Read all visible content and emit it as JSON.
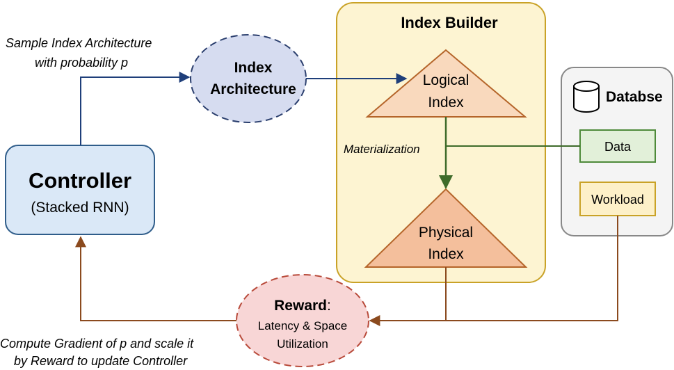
{
  "nodes": {
    "controller": {
      "title": "Controller",
      "subtitle": "(Stacked RNN)"
    },
    "index_architecture": {
      "line1": "Index",
      "line2": "Architecture"
    },
    "index_builder": {
      "title": "Index Builder"
    },
    "logical_index": {
      "line1": "Logical",
      "line2": "Index"
    },
    "physical_index": {
      "line1": "Physical",
      "line2": "Index"
    },
    "database": {
      "title": "Databse"
    },
    "data": {
      "label": "Data"
    },
    "workload": {
      "label": "Workload"
    },
    "reward": {
      "title": "Reward",
      "colon": ":",
      "line1": "Latency & Space",
      "line2": "Utilization"
    }
  },
  "edge_labels": {
    "sample_line1": "Sample Index Architecture",
    "sample_line2": "with probability p",
    "materialization": "Materialization",
    "gradient_line1": "Compute Gradient of p and scale it",
    "gradient_line2": "by Reward to update Controller"
  },
  "colors": {
    "controller_fill": "#dae8f7",
    "controller_stroke": "#2f5d8a",
    "arch_fill": "#d6dcf0",
    "arch_stroke": "#2b3f6e",
    "builder_fill": "#fdf4d2",
    "builder_stroke": "#c9a227",
    "logical_fill": "#f9d9bd",
    "physical_fill": "#f4bf9c",
    "triangle_stroke": "#b5652a",
    "db_fill": "#f4f4f4",
    "db_stroke": "#888888",
    "data_fill": "#e2f0d9",
    "data_stroke": "#4e8a3a",
    "workload_fill": "#fdf0c8",
    "workload_stroke": "#c9a227",
    "reward_fill": "#f8d6d6",
    "reward_stroke": "#b84a3a",
    "blue_arrow": "#1f3f7a",
    "green_arrow": "#3e6b2a",
    "brown_arrow": "#8b4a1e"
  }
}
